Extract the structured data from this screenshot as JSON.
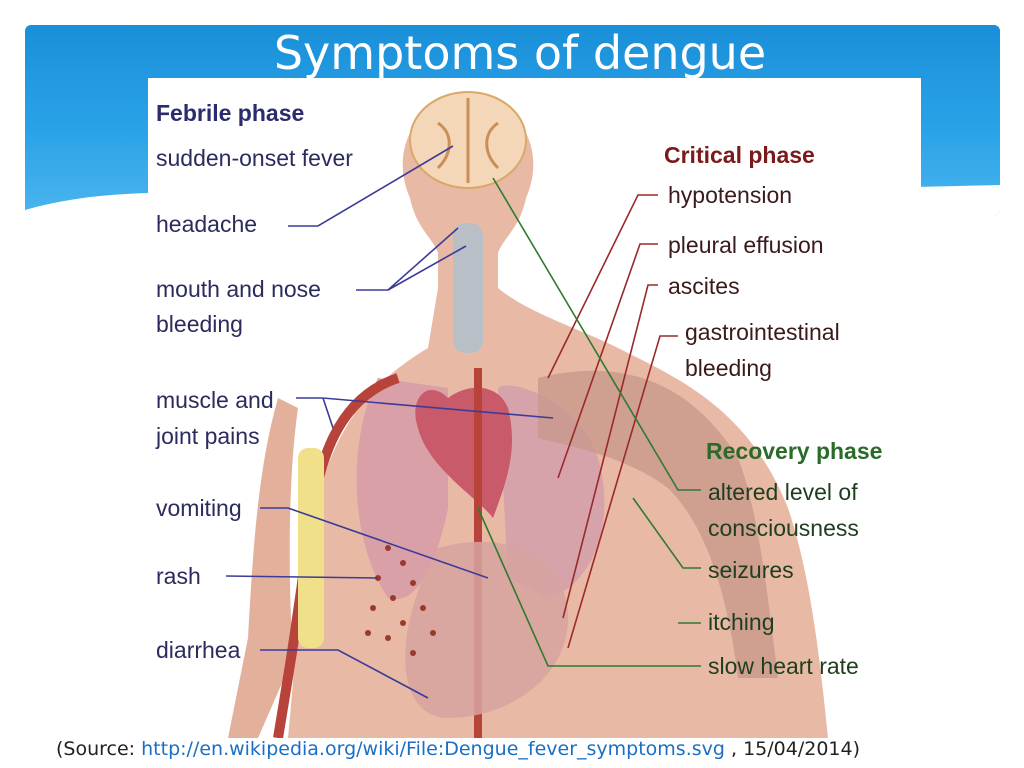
{
  "slide": {
    "title": "Symptoms of dengue",
    "colors": {
      "header": "#1f97e0",
      "febrile": "#2b2b6e",
      "critical": "#7a1a1a",
      "recovery": "#2a6a2a",
      "link": "#1a6fc4"
    }
  },
  "phases": {
    "febrile": {
      "title": "Febrile phase",
      "symptoms": [
        "sudden-onset fever",
        "headache",
        "mouth and nose",
        "bleeding",
        "muscle and",
        "joint pains",
        "vomiting",
        "rash",
        "diarrhea"
      ]
    },
    "critical": {
      "title": "Critical phase",
      "symptoms": [
        "hypotension",
        "pleural effusion",
        "ascites",
        "gastrointestinal",
        "bleeding"
      ]
    },
    "recovery": {
      "title": "Recovery phase",
      "symptoms": [
        "altered level of",
        "consciousness",
        "seizures",
        "itching",
        "slow heart rate"
      ]
    }
  },
  "source": {
    "prefix": "(Source: ",
    "link": "http://en.wikipedia.org/wiki/File:Dengue_fever_symptoms.svg",
    "suffix": " , 15/04/2014)"
  }
}
